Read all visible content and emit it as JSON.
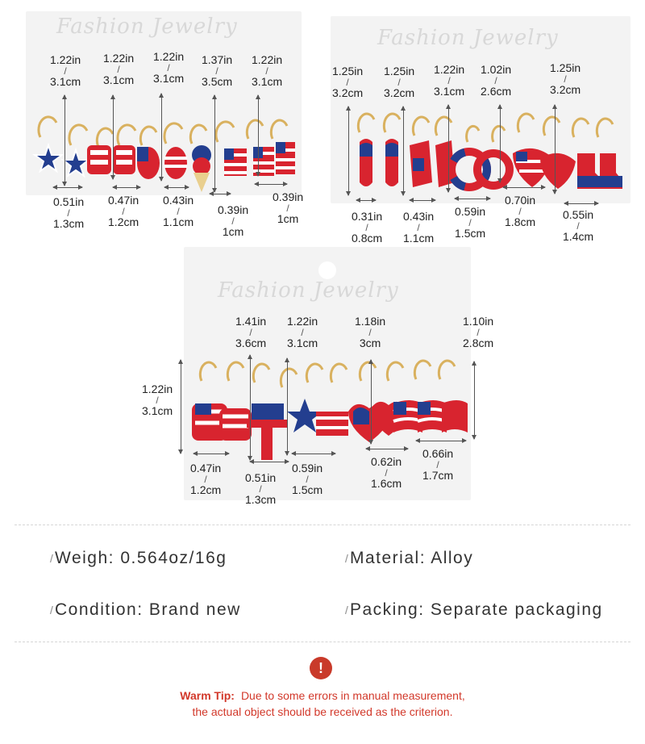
{
  "cards": {
    "watermark": "Fashion Jewelry"
  },
  "sets": {
    "top_left": {
      "lengths": [
        {
          "in": "1.22in",
          "cm": "3.1cm"
        },
        {
          "in": "1.22in",
          "cm": "3.1cm"
        },
        {
          "in": "1.22in",
          "cm": "3.1cm"
        },
        {
          "in": "1.37in",
          "cm": "3.5cm"
        },
        {
          "in": "1.22in",
          "cm": "3.1cm"
        }
      ],
      "widths": [
        {
          "in": "0.51in",
          "cm": "1.3cm"
        },
        {
          "in": "0.47in",
          "cm": "1.2cm"
        },
        {
          "in": "0.43in",
          "cm": "1.1cm"
        },
        {
          "in": "0.39in",
          "cm": "1cm"
        },
        {
          "in": "0.39in",
          "cm": "1cm"
        }
      ]
    },
    "top_right": {
      "lengths": [
        {
          "in": "1.25in",
          "cm": "3.2cm"
        },
        {
          "in": "1.25in",
          "cm": "3.2cm"
        },
        {
          "in": "1.22in",
          "cm": "3.1cm"
        },
        {
          "in": "1.02in",
          "cm": "2.6cm"
        },
        {
          "in": "1.25in",
          "cm": "3.2cm"
        }
      ],
      "widths": [
        {
          "in": "0.31in",
          "cm": "0.8cm"
        },
        {
          "in": "0.43in",
          "cm": "1.1cm"
        },
        {
          "in": "0.59in",
          "cm": "1.5cm"
        },
        {
          "in": "0.70in",
          "cm": "1.8cm"
        },
        {
          "in": "0.55in",
          "cm": "1.4cm"
        }
      ]
    },
    "bottom": {
      "lengths": [
        {
          "in": "1.22in",
          "cm": "3.1cm"
        },
        {
          "in": "1.41in",
          "cm": "3.6cm"
        },
        {
          "in": "1.22in",
          "cm": "3.1cm"
        },
        {
          "in": "1.18in",
          "cm": "3cm"
        },
        {
          "in": "1.10in",
          "cm": "2.8cm"
        }
      ],
      "widths": [
        {
          "in": "0.47in",
          "cm": "1.2cm"
        },
        {
          "in": "0.51in",
          "cm": "1.3cm"
        },
        {
          "in": "0.59in",
          "cm": "1.5cm"
        },
        {
          "in": "0.62in",
          "cm": "1.6cm"
        },
        {
          "in": "0.66in",
          "cm": "1.7cm"
        }
      ]
    }
  },
  "specs": {
    "weigh": {
      "label": "Weigh:",
      "value": "0.564oz/16g"
    },
    "material": {
      "label": "Material:",
      "value": "Alloy"
    },
    "condition": {
      "label": "Condition:",
      "value": "Brand new"
    },
    "packing": {
      "label": "Packing:",
      "value": "Separate packaging"
    }
  },
  "warm_tip": {
    "label": "Warm Tip:",
    "line1": "Due to some errors in manual measurement,",
    "line2": "the actual object should be received as the criterion."
  },
  "colors": {
    "flag_red": "#d8242f",
    "flag_blue": "#233e8f",
    "gold": "#d9b15f",
    "tip_red": "#d2382a"
  }
}
